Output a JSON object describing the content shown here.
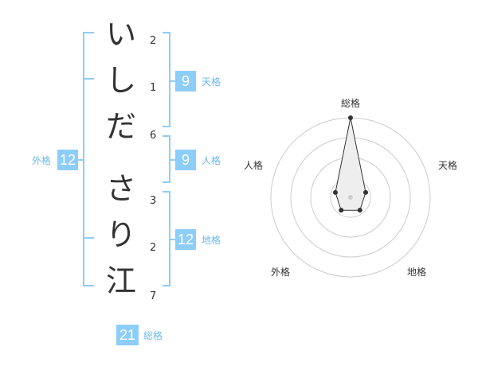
{
  "name_chars": [
    {
      "char": "い",
      "strokes": "2"
    },
    {
      "char": "し",
      "strokes": "1"
    },
    {
      "char": "だ",
      "strokes": "6"
    },
    {
      "char": "さ",
      "strokes": "3"
    },
    {
      "char": "り",
      "strokes": "2"
    },
    {
      "char": "江",
      "strokes": "7"
    }
  ],
  "fortunes": {
    "tenkaku": {
      "value": "9",
      "label": "天格"
    },
    "jinkaku": {
      "value": "9",
      "label": "人格"
    },
    "chikaku": {
      "value": "12",
      "label": "地格"
    },
    "gaikaku": {
      "value": "12",
      "label": "外格"
    },
    "soukaku": {
      "value": "21",
      "label": "総格"
    }
  },
  "colors": {
    "accent": "#8dcdfa",
    "accent_text": "#6cb8ee",
    "text": "#333333",
    "ring": "#cccccc"
  },
  "chart_data": {
    "type": "radar",
    "axes": [
      "総格",
      "天格",
      "地格",
      "外格",
      "人格"
    ],
    "values": [
      5,
      1,
      1,
      1,
      1
    ],
    "range": [
      0,
      5
    ],
    "rings": 4
  }
}
